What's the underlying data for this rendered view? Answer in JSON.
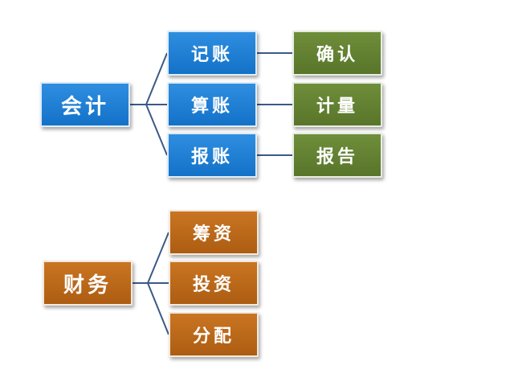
{
  "colors": {
    "blue": "#1a7ad4",
    "green": "#627f31",
    "orange": "#b9651a",
    "line": "#3a5a86"
  },
  "kuaiji": {
    "root": "会计",
    "children": [
      "记账",
      "算账",
      "报账"
    ],
    "outcomes": [
      "确认",
      "计量",
      "报告"
    ]
  },
  "caiwu": {
    "root": "财务",
    "children": [
      "筹资",
      "投资",
      "分配"
    ]
  }
}
